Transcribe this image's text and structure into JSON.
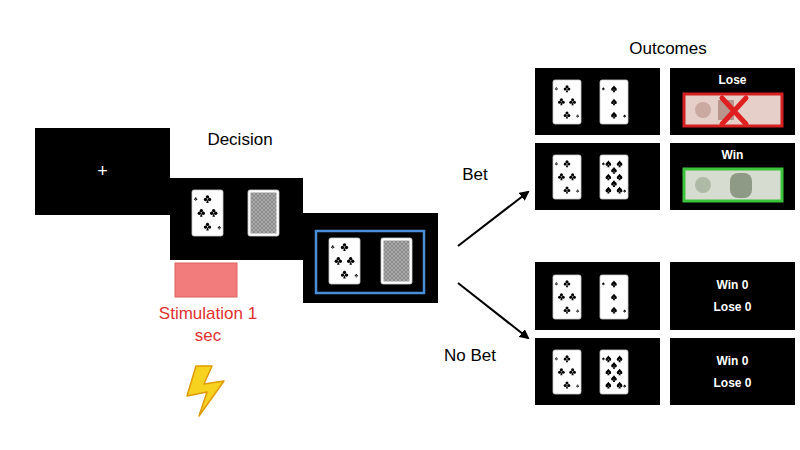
{
  "diagram": {
    "nodes": [
      {
        "text": [
          "+"
        ]
      },
      {
        "text": [
          "Lose"
        ]
      },
      {
        "text": [
          "Win"
        ]
      },
      {
        "text": [
          "Win 0",
          "Lose 0"
        ]
      },
      {
        "text": [
          "Win 0",
          "Lose 0"
        ]
      }
    ],
    "labels": [
      "Decision",
      "Stimulation 1 sec",
      "Bet",
      "No Bet",
      "Outcomes"
    ]
  }
}
